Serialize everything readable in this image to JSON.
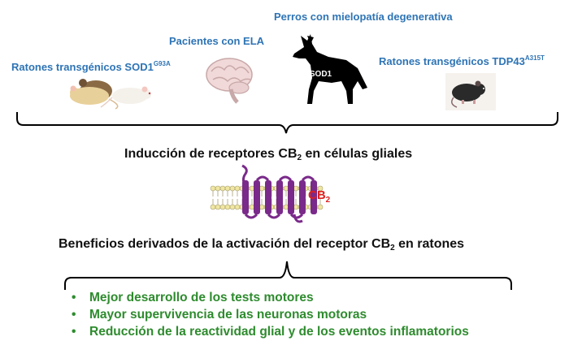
{
  "top_labels": {
    "dogs": "Perros con  mielopatía degenerativa",
    "als_patients": "Pacientes con ELA",
    "sod1_mice": "Ratones transgénicos SOD1",
    "sod1_mice_sup": "G93A",
    "tdp43_mice": "Ratones transgénicos TDP43",
    "tdp43_mice_sup": "A315T",
    "dog_badge": "mSOD1"
  },
  "induction": {
    "text_before": "Inducción de receptores CB",
    "subscript": "2",
    "text_after": " en células gliales"
  },
  "receptor_label": {
    "main": "CB",
    "subscript": "2"
  },
  "benefits": {
    "text_before": "Beneficios derivados de la activación del receptor CB",
    "subscript": "2",
    "text_after": " en ratones"
  },
  "bullet_items": [
    "Mejor desarrollo de los tests motores",
    "Mayor supervivencia de las neuronas motoras",
    "Reducción de la reactividad glial y de los eventos inflamatorios"
  ],
  "bullet_char": "•",
  "colors": {
    "blue_text": "#2e74b5",
    "green_text": "#2e8b2e",
    "receptor": "#7a2a8a",
    "receptor_label": "#e02020",
    "membrane_heads": "#f0e6a0"
  }
}
